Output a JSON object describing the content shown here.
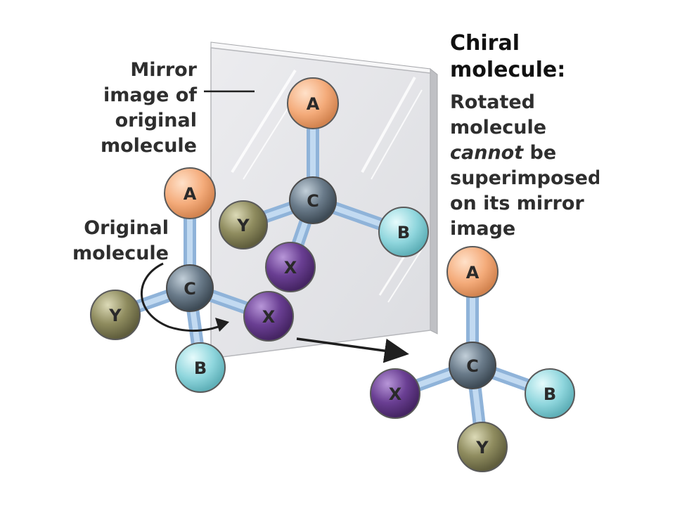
{
  "chiral": {
    "title_line1": "Chiral",
    "title_line2": "molecule:",
    "desc_line1": "Rotated",
    "desc_line2": "molecule",
    "desc_line3_em": "cannot",
    "desc_line3_rest": " be",
    "desc_line4": "superimposed",
    "desc_line5": "on its mirror",
    "desc_line6": "image"
  },
  "mirror_label": {
    "line1": "Mirror",
    "line2": "image of",
    "line3": "original",
    "line4": "molecule"
  },
  "original_label": {
    "line1": "Original",
    "line2": "molecule"
  },
  "atoms": {
    "mirror": {
      "top": "A",
      "center": "C",
      "left": "Y",
      "right": "B",
      "bottom": "X"
    },
    "original": {
      "top": "A",
      "center": "C",
      "left": "Y",
      "right": "X",
      "bottom": "B"
    },
    "rotated": {
      "top": "A",
      "center": "C",
      "left": "X",
      "right": "B",
      "bottom": "Y"
    }
  },
  "colors": {
    "A": "#f4ab7a",
    "B": "#8fd6dd",
    "C": "#6a7b8a",
    "X": "#6a3f93",
    "Y": "#8f8c5f",
    "bond": "#a9c7e6",
    "mirror": "#e5e6e9"
  }
}
